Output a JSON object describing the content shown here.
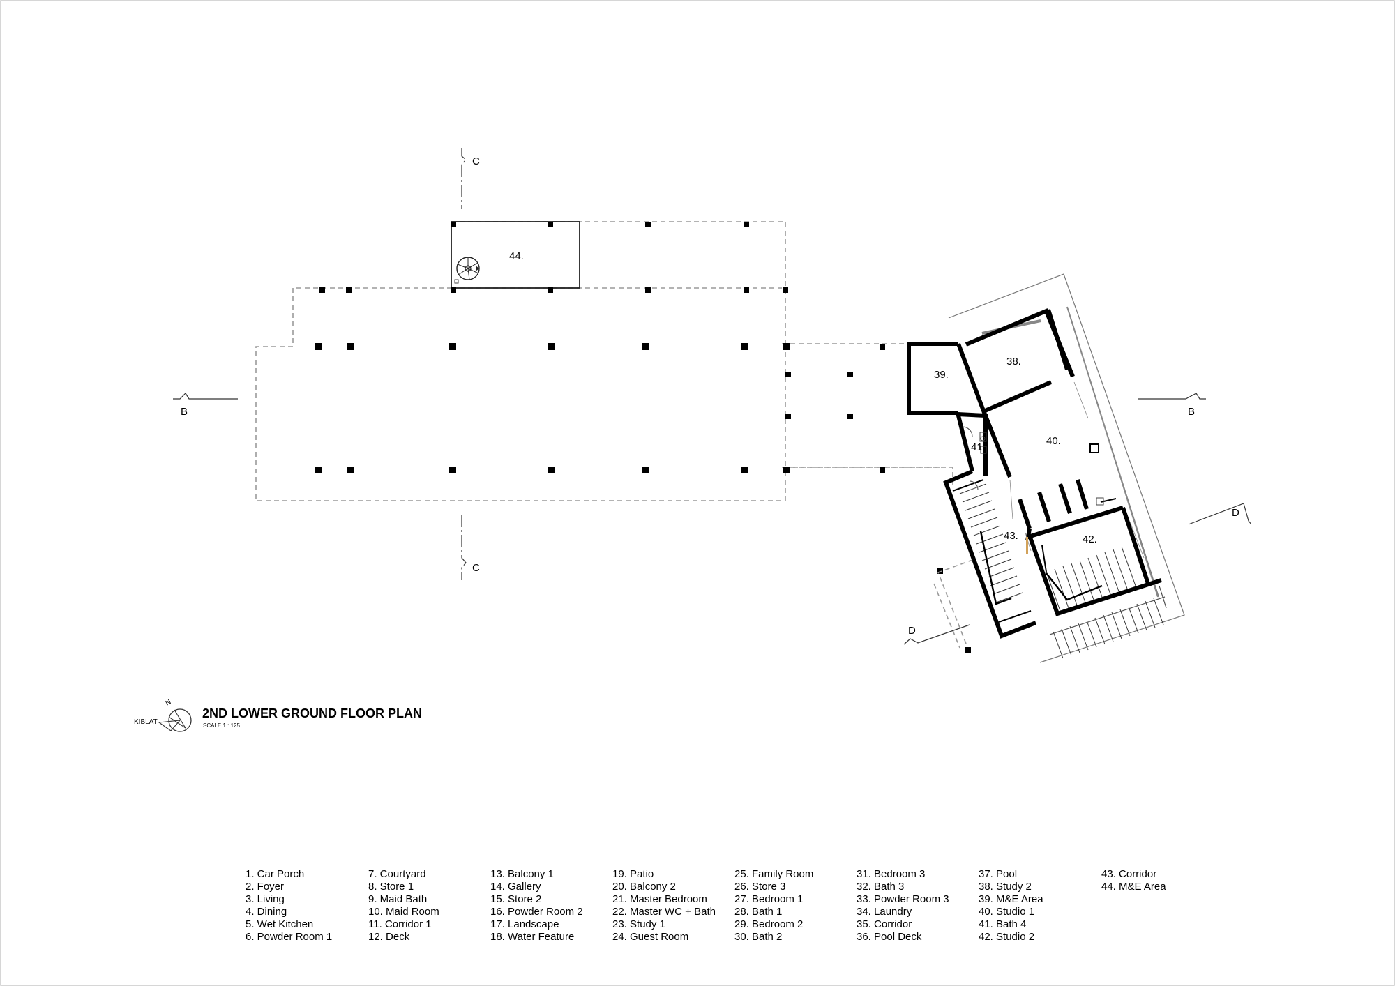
{
  "drawing": {
    "title": "2ND LOWER GROUND FLOOR PLAN",
    "scale": "SCALE 1 : 125",
    "north_marker": "KIBLAT",
    "north_letter": "N",
    "north_icon": "compass-north-icon"
  },
  "sections": {
    "b_left": "B",
    "b_right": "B",
    "c_top": "C",
    "c_bottom": "C",
    "d_left": "D",
    "d_right": "D"
  },
  "rooms": {
    "r38": "38.",
    "r39": "39.",
    "r40": "40.",
    "r41": "41",
    "r42": "42.",
    "r43": "43.",
    "r44": "44."
  },
  "legend": [
    [
      "1. Car Porch",
      "2. Foyer",
      "3. Living",
      "4. Dining",
      "5. Wet Kitchen",
      "6. Powder Room 1"
    ],
    [
      "7. Courtyard",
      "8. Store 1",
      "9. Maid Bath",
      "10. Maid Room",
      "11. Corridor 1",
      "12. Deck"
    ],
    [
      "13. Balcony 1",
      "14. Gallery",
      "15. Store 2",
      "16. Powder Room 2",
      "17. Landscape",
      "18. Water Feature"
    ],
    [
      "19. Patio",
      "20. Balcony 2",
      "21. Master Bedroom",
      "22. Master WC + Bath",
      "23. Study 1",
      "24. Guest Room"
    ],
    [
      "25. Family Room",
      "26. Store 3",
      "27. Bedroom 1",
      "28. Bath 1",
      "29. Bedroom 2",
      "30. Bath 2"
    ],
    [
      "31. Bedroom 3",
      "32. Bath 3",
      "33. Powder Room 3",
      "34. Laundry",
      "35. Corridor",
      "36. Pool Deck"
    ],
    [
      "37. Pool",
      "38. Study 2",
      "39. M&E Area",
      "40. Studio 1",
      "41. Bath 4",
      "42. Studio 2"
    ],
    [
      "43. Corridor",
      "44. M&E Area"
    ]
  ]
}
